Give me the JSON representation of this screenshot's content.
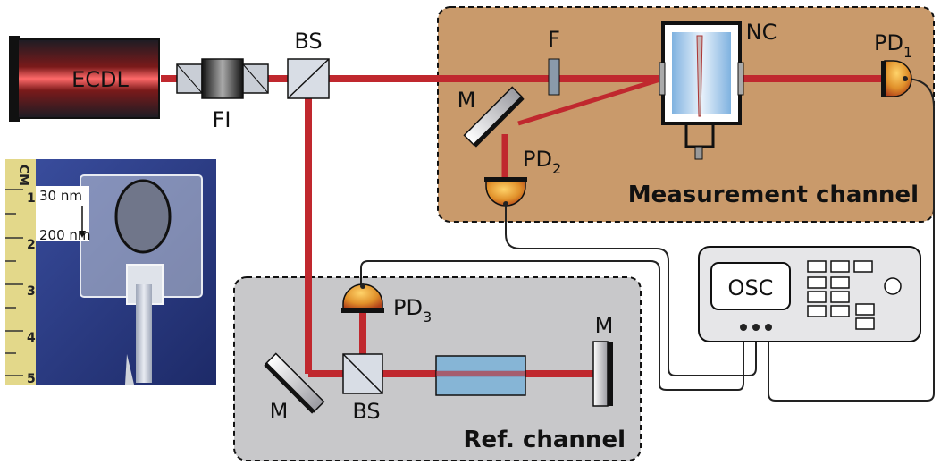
{
  "labels": {
    "laser": "ECDL",
    "isolator": "FI",
    "beamsplitter_top": "BS",
    "beamsplitter_ref": "BS",
    "filter": "F",
    "cell": "NC",
    "mirror_meas": "M",
    "mirror_ref_left": "M",
    "mirror_ref_right": "M",
    "pd1_main": "PD",
    "pd1_sub": "1",
    "pd2_main": "PD",
    "pd2_sub": "2",
    "pd3_main": "PD",
    "pd3_sub": "3",
    "oscilloscope": "OSC",
    "measurement_channel": "Measurement channel",
    "ref_channel": "Ref. channel"
  },
  "photo": {
    "ruler_unit": "CM",
    "ruler_ticks": [
      "1",
      "2",
      "3",
      "4",
      "5"
    ],
    "thickness_top": "30 nm",
    "thickness_bottom": "200 nm"
  },
  "colors": {
    "beam": "#c0282e",
    "measurement_box": "#c99a6b",
    "ref_box": "#c8c8ca",
    "wire": "#222222",
    "photodiode": "#e0902a"
  }
}
